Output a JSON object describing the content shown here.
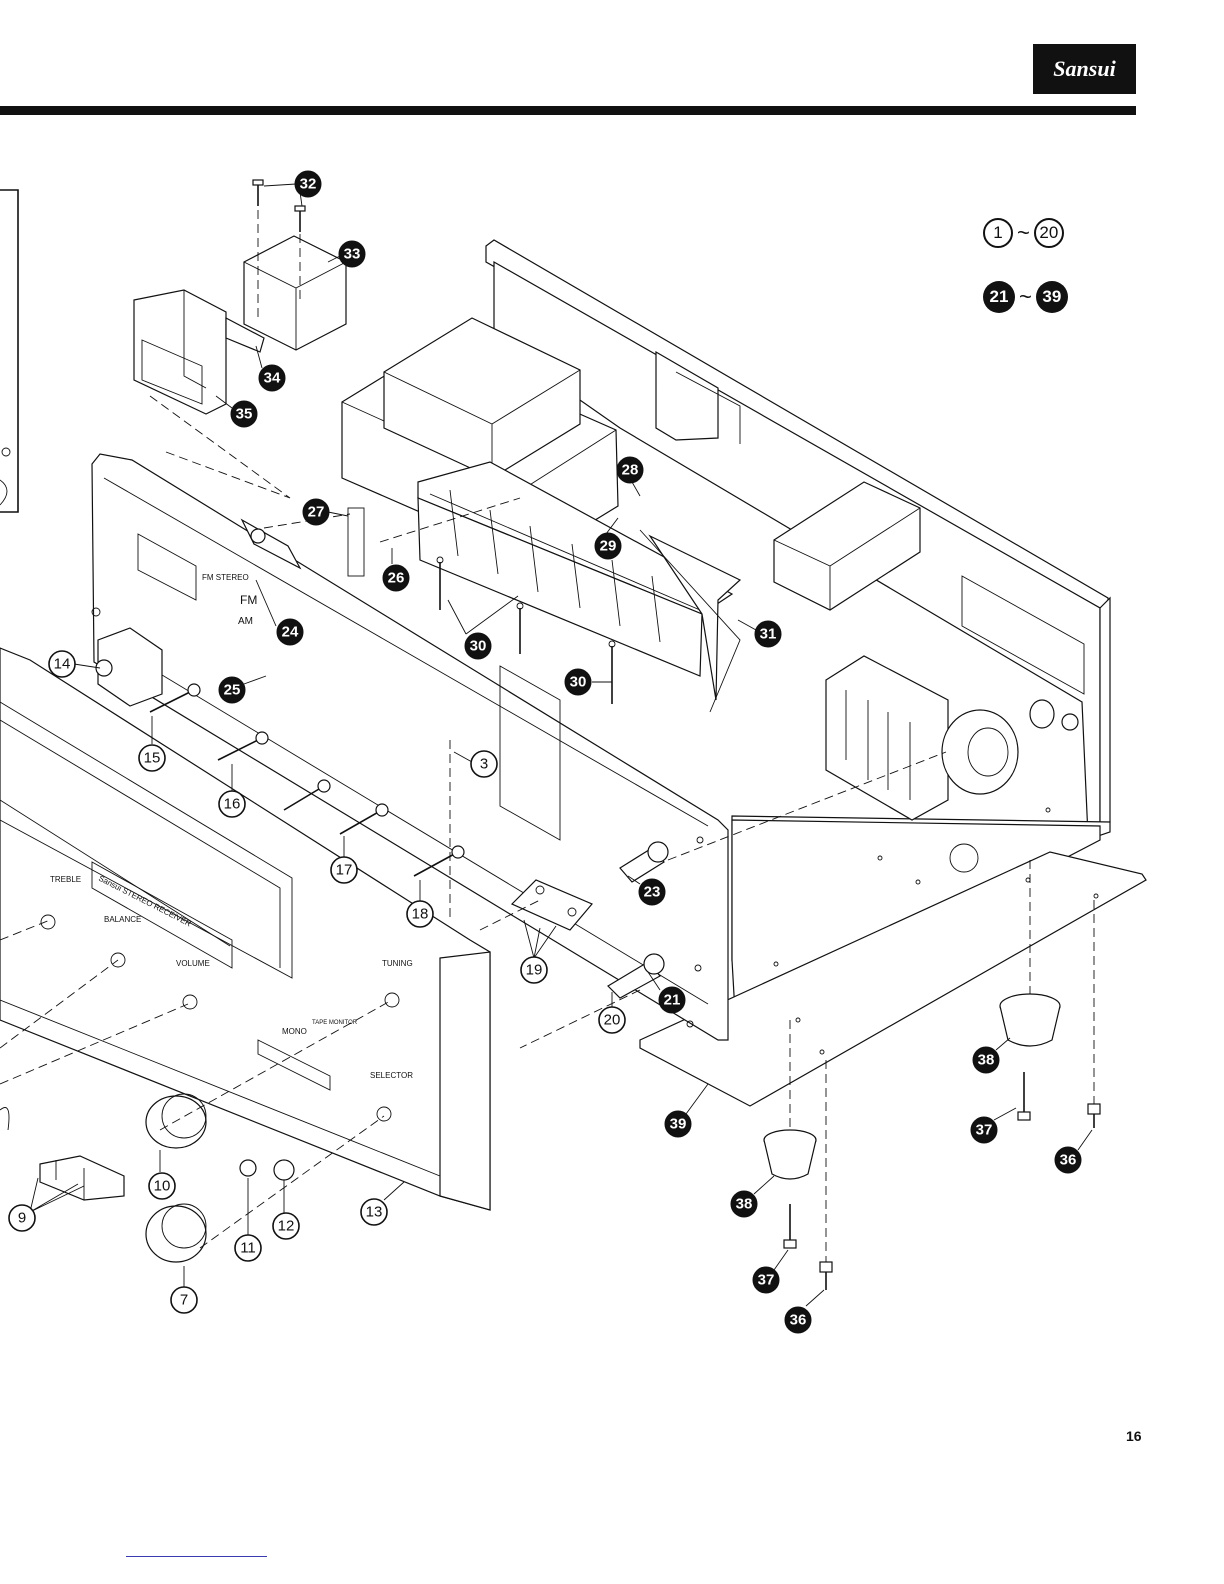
{
  "brand": {
    "logo": "Sansui"
  },
  "page_number": "16",
  "legend": {
    "range_open": {
      "from": "1",
      "to": "20",
      "sep": "~"
    },
    "range_filled": {
      "from": "21",
      "to": "39",
      "sep": "~"
    }
  },
  "panel_text": {
    "fm_stereo": "FM STEREO",
    "fm": "FM",
    "am": "AM",
    "front_brand": "Sansui STEREO RECEIVER",
    "treble": "TREBLE",
    "balance": "BALANCE",
    "volume": "VOLUME",
    "tuning": "TUNING",
    "selector": "SELECTOR",
    "mono": "MONO",
    "tape": "TAPE MONITOR"
  },
  "callouts": {
    "open": [
      "3",
      "7",
      "9",
      "10",
      "11",
      "12",
      "13",
      "14",
      "15",
      "16",
      "17",
      "18",
      "19",
      "20"
    ],
    "filled": [
      "21",
      "23",
      "24",
      "25",
      "26",
      "27",
      "28",
      "29",
      "30",
      "30",
      "31",
      "32",
      "33",
      "34",
      "35",
      "36",
      "36",
      "37",
      "37",
      "38",
      "38",
      "39"
    ]
  },
  "colors": {
    "ink": "#111111",
    "paper": "#ffffff",
    "link": "#3a3ab0"
  }
}
